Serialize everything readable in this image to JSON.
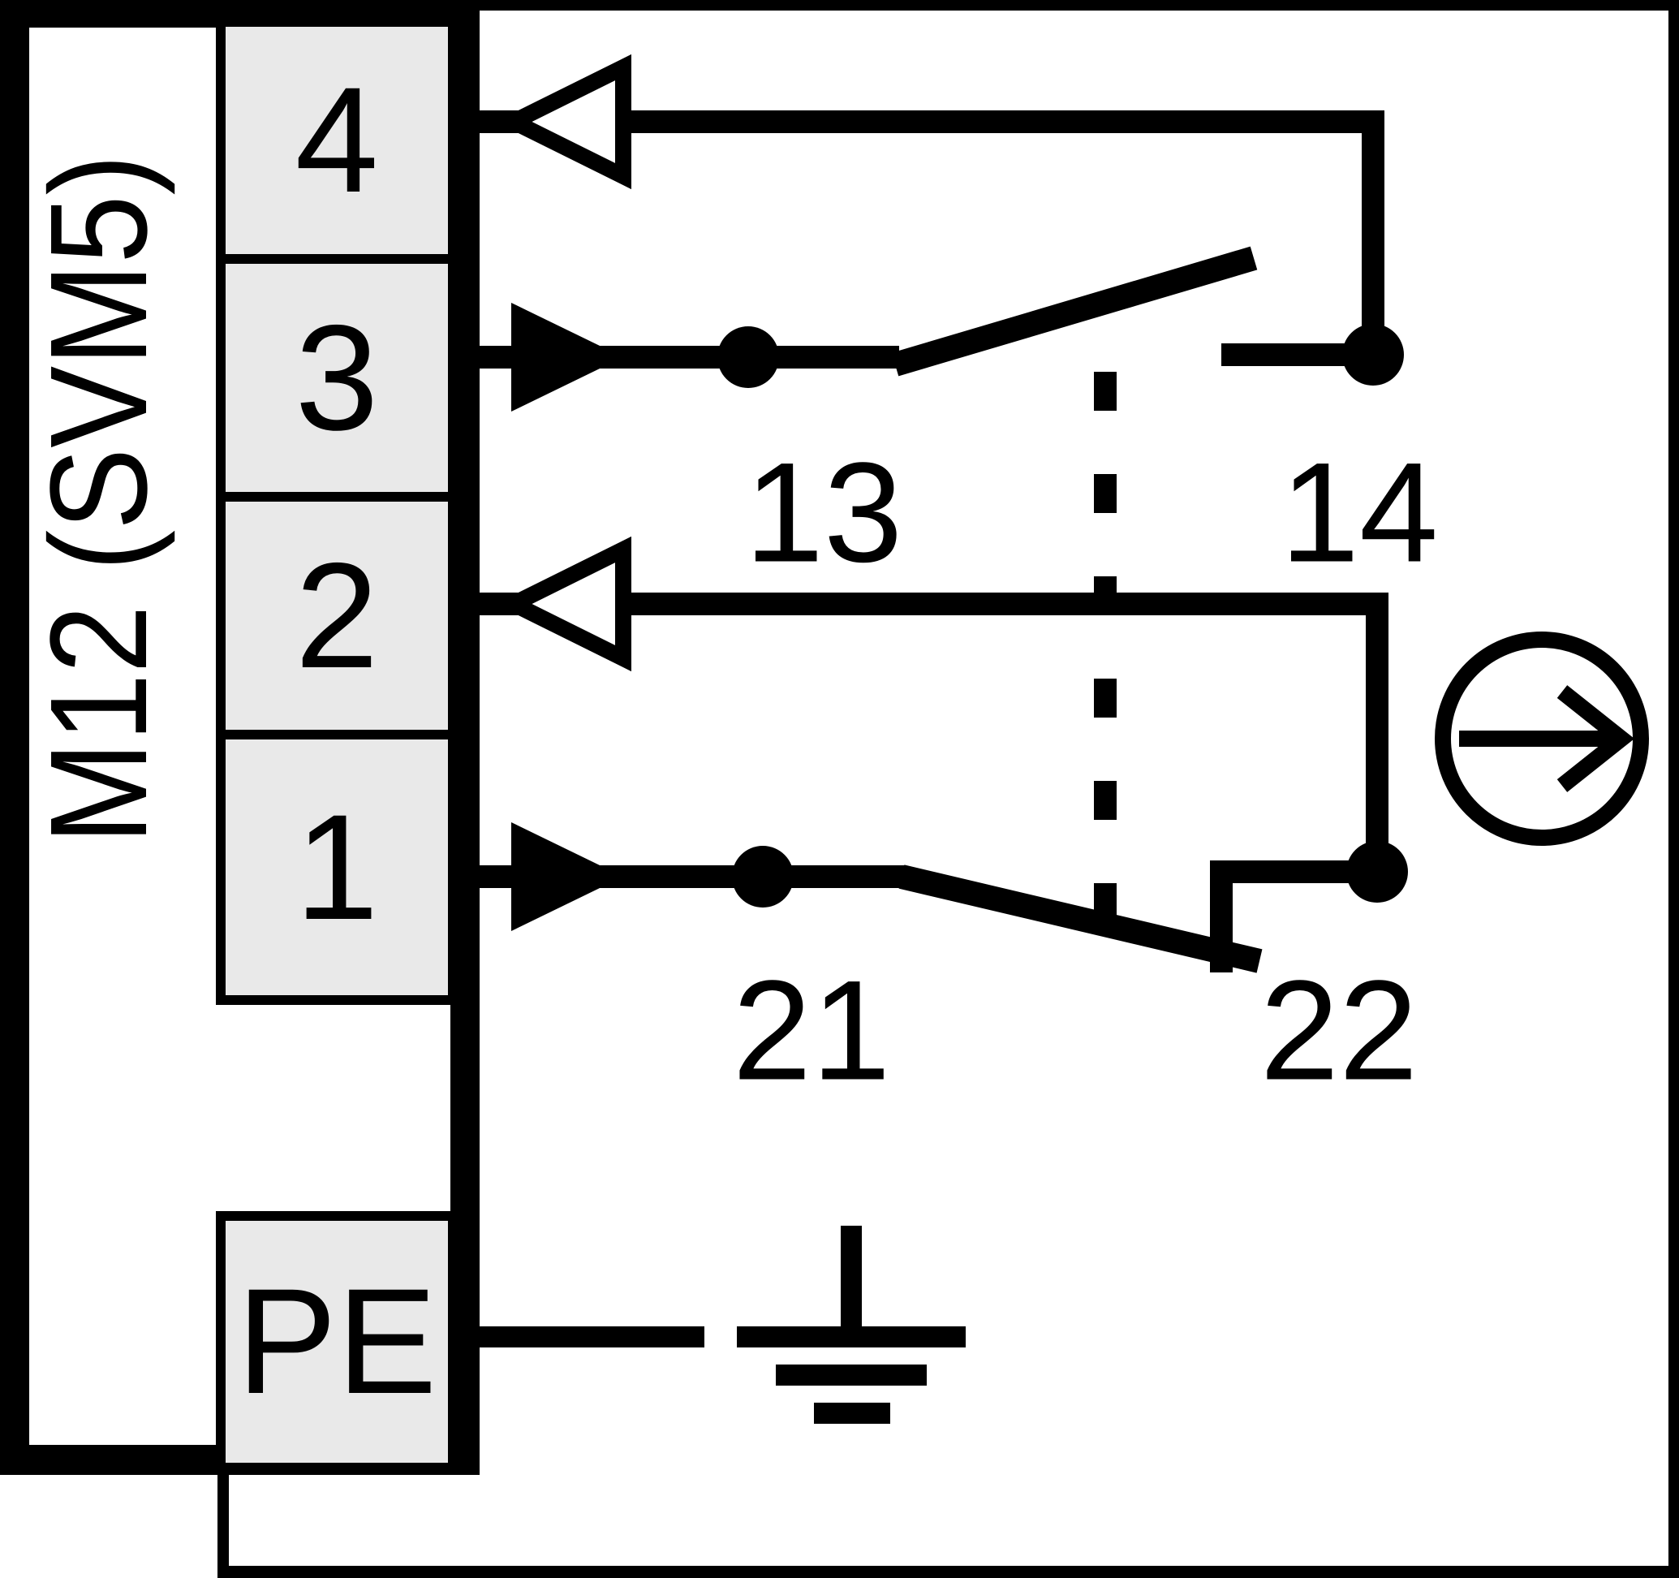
{
  "connector_label": "M12 (SVM5)",
  "pins": {
    "p4": "4",
    "p3": "3",
    "p2": "2",
    "p1": "1",
    "pe": "PE"
  },
  "contacts": {
    "c13": "13",
    "c14": "14",
    "c21": "21",
    "c22": "22"
  },
  "colors": {
    "line": "#000000",
    "background": "#ffffff",
    "pin_box_fill": "#e9e9e9"
  }
}
